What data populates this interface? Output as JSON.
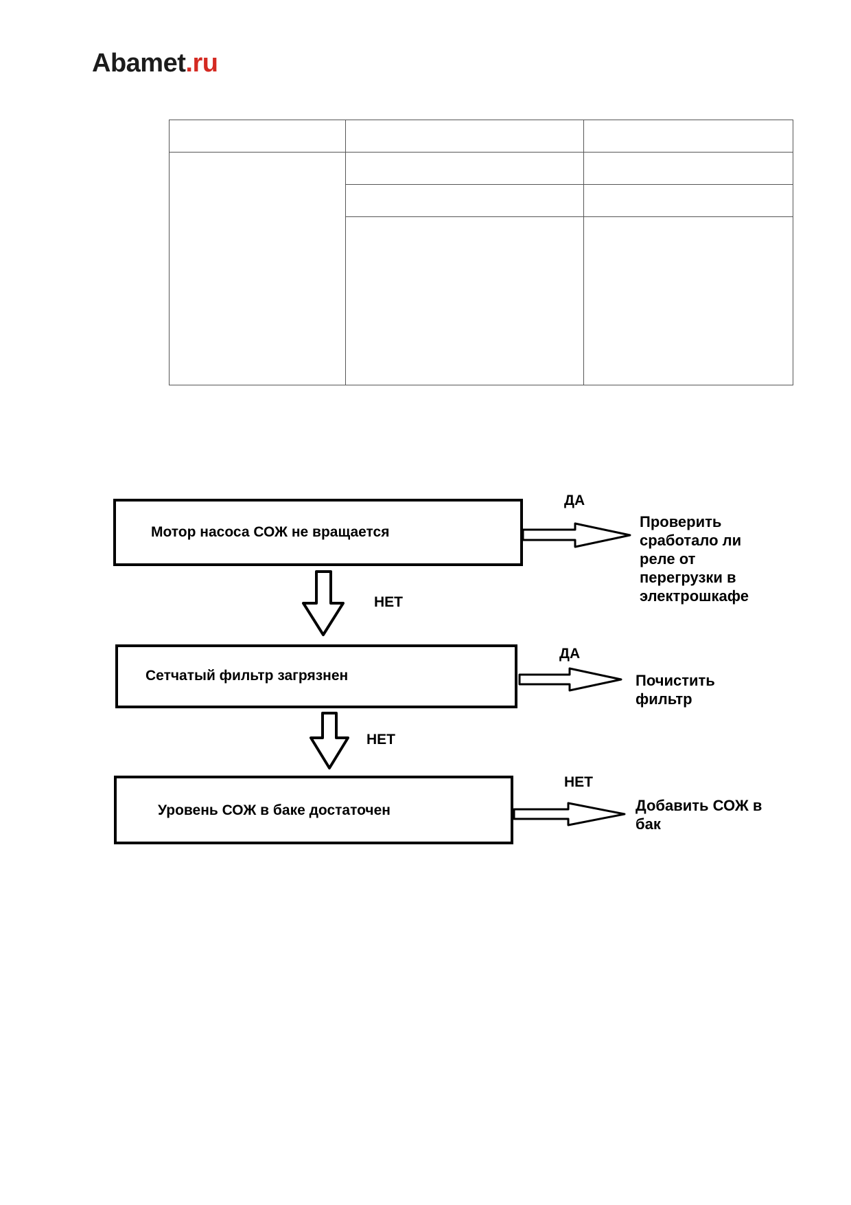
{
  "logo": {
    "main": "Abamet",
    "dot": ".",
    "tld": "ru"
  },
  "flowchart": {
    "steps": [
      {
        "question": "Мотор насоса СОЖ не вращается",
        "branch_right": "ДА",
        "action": [
          "Проверить",
          "сработало ли",
          "реле от",
          "перегрузки в",
          "электрошкафе"
        ],
        "branch_down": "НЕТ"
      },
      {
        "question": "Сетчатый фильтр загрязнен",
        "branch_right": "ДА",
        "action": [
          "Почистить",
          "фильтр"
        ],
        "branch_down": "НЕТ"
      },
      {
        "question": "Уровень СОЖ в баке достаточен",
        "branch_right": "НЕТ",
        "action": [
          "Добавить СОЖ в",
          "бак"
        ]
      }
    ]
  },
  "colors": {
    "logo_text": "#1c1c1c",
    "logo_accent": "#d42a22",
    "stroke": "#000000",
    "table_border": "#555555"
  }
}
